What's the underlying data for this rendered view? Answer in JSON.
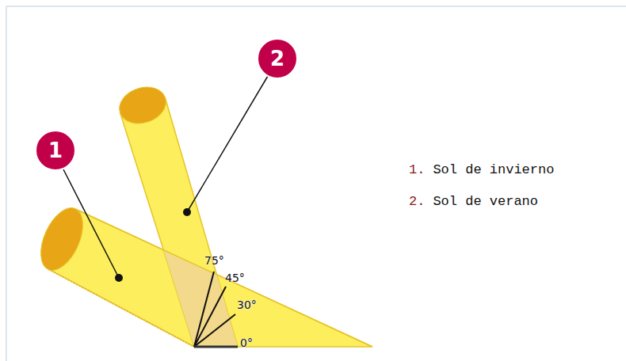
{
  "diagram": {
    "labels": [
      "1",
      "2",
      "75°",
      "45°",
      "30°",
      "0°",
      "1.",
      "Sol de invierno",
      "2.",
      "Sol de verano"
    ]
  }
}
